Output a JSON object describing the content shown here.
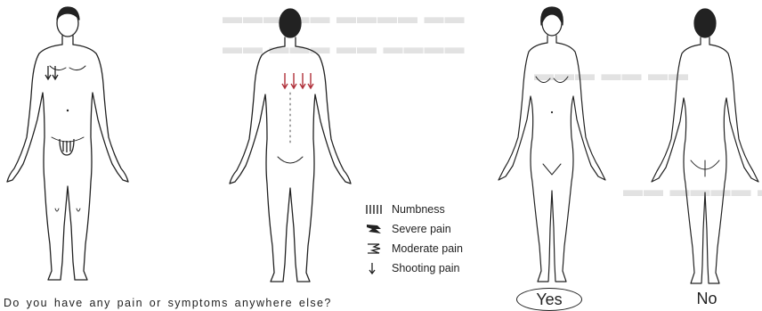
{
  "legend": {
    "items": [
      {
        "icon": "numbness-hatch-icon",
        "label": "Numbness"
      },
      {
        "icon": "severe-pain-icon",
        "label": "Severe pain"
      },
      {
        "icon": "moderate-pain-icon",
        "label": "Moderate pain"
      },
      {
        "icon": "shooting-pain-arrow-icon",
        "label": "Shooting pain"
      }
    ]
  },
  "question": "Do you have any pain or symptoms anywhere else?",
  "answers": {
    "yes": {
      "label": "Yes",
      "circled": true
    },
    "no": {
      "label": "No",
      "circled": false
    }
  },
  "markings": {
    "front_male": [
      "shooting-pain-arrows-chest",
      "numbness-groin"
    ],
    "back_male": [
      "shooting-pain-arrows-upper-back"
    ]
  },
  "colors": {
    "ink": "#222222",
    "mark_red": "#b0303a"
  }
}
